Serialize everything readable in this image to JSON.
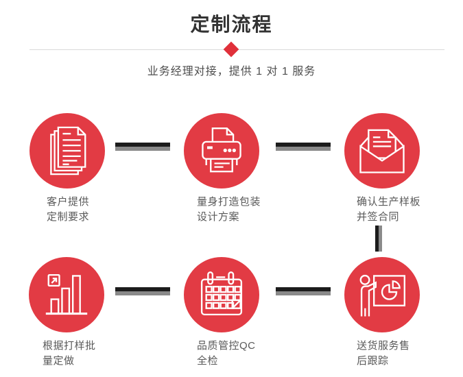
{
  "header": {
    "title": "定制流程",
    "subtitle": "业务经理对接，提供 1 对 1 服务"
  },
  "colors": {
    "accent_red": "#e23b44",
    "diamond_red": "#e0303a",
    "divider_gray": "#d9d9d9",
    "title_text": "#333333",
    "subtitle_text": "#4d4d4d",
    "label_text": "#595959",
    "connector_dark": "#1c1c1c",
    "connector_gray": "#8a8a8a",
    "icon_stroke": "#ffffff"
  },
  "steps": [
    {
      "id": 1,
      "icon": "documents-icon",
      "label_line1": "客户提供",
      "label_line2": "定制要求"
    },
    {
      "id": 2,
      "icon": "printer-icon",
      "label_line1": "量身打造包装",
      "label_line2": "设计方案"
    },
    {
      "id": 3,
      "icon": "envelope-icon",
      "label_line1": "确认生产样板",
      "label_line2": "并签合同"
    },
    {
      "id": 4,
      "icon": "bar-chart-icon",
      "label_line1": "根据打样批",
      "label_line2": "量定做"
    },
    {
      "id": 5,
      "icon": "calendar-icon",
      "label_line1": "品质管控QC",
      "label_line2": "全检"
    },
    {
      "id": 6,
      "icon": "presenter-icon",
      "label_line1": "送货服务售",
      "label_line2": "后跟踪"
    }
  ]
}
